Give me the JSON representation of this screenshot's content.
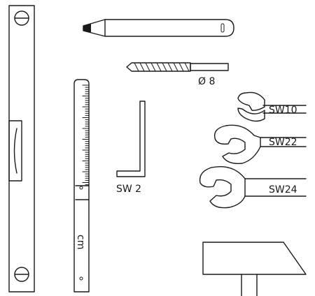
{
  "labels": {
    "drill": "Ø 8",
    "hex_key": "SW 2",
    "ruler": "cm",
    "wrench_small": "SW10",
    "wrench_medium": "SW22",
    "wrench_large": "SW24"
  }
}
